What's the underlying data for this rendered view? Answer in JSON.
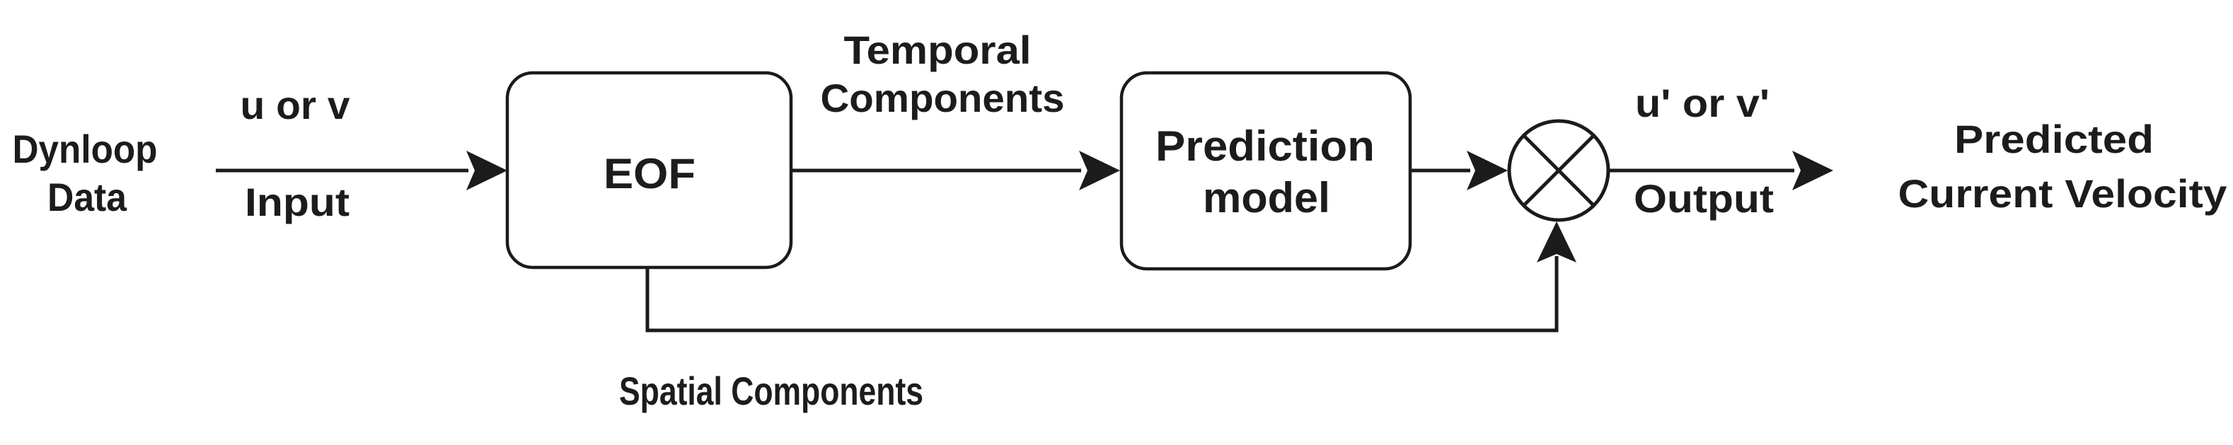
{
  "diagram": {
    "type": "block-flow-diagram",
    "background": "#ffffff",
    "colors": {
      "stroke": "#1b1b1b",
      "text": "#1c1c1c",
      "box_fill": "#ffffff"
    },
    "source": {
      "line1": "Dynloop",
      "line2": "Data"
    },
    "input_edge": {
      "label_above": "u or v",
      "label_below": "Input"
    },
    "eof_node": {
      "label": "EOF"
    },
    "temporal_edge": {
      "label_line1": "Temporal",
      "label_line2": "Components"
    },
    "prediction_node": {
      "label_line1": "Prediction",
      "label_line2": "model"
    },
    "multiplier_node": {
      "icon": "multiply-circle-icon"
    },
    "output_edge": {
      "label_above": "u' or v'",
      "label_below": "Output"
    },
    "spatial_edge": {
      "label": "Spatial Components"
    },
    "result": {
      "line1": "Predicted",
      "line2": "Current Velocity"
    }
  }
}
